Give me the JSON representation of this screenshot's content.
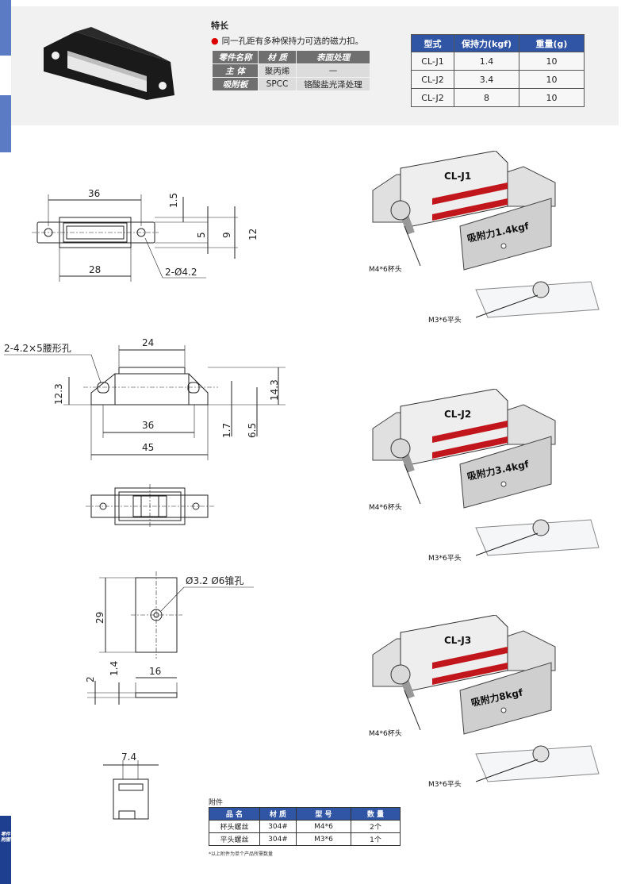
{
  "features": {
    "title": "特长",
    "line": "同一孔距有多种保持力可选的磁力扣。"
  },
  "spec_table": {
    "headers": [
      "零件名称",
      "材 质",
      "表面处理"
    ],
    "rows": [
      [
        "主 体",
        "聚丙烯",
        "—"
      ],
      [
        "吸附板",
        "SPCC",
        "铬酸盐光泽处理"
      ]
    ]
  },
  "type_table": {
    "headers": [
      "型式",
      "保持力(kgf)",
      "重量(g)"
    ],
    "rows": [
      [
        "CL-J1",
        "1.4",
        "10"
      ],
      [
        "CL-J2",
        "3.4",
        "10"
      ],
      [
        "CL-J2",
        "8",
        "10"
      ]
    ]
  },
  "drawing_top": {
    "d36": "36",
    "d28": "28",
    "d15": "1.5",
    "d5": "5",
    "d9": "9",
    "d12": "12",
    "hole": "2-Ø4.2"
  },
  "drawing_side": {
    "slot": "2-4.2×5腰形孔",
    "d24": "24",
    "d123": "12.3",
    "d143": "14.3",
    "d36": "36",
    "d45": "45",
    "d17": "1.7",
    "d65": "6.5"
  },
  "drawing_plate": {
    "hole": "Ø3.2  Ø6锥孔",
    "d29": "29",
    "d16": "16",
    "d2": "2",
    "d14": "1.4"
  },
  "drawing_end": {
    "d74": "7.4"
  },
  "products": [
    {
      "model": "CL-J1",
      "force": "吸附力1.4kgf",
      "screw1": "M4*6杯头",
      "screw2": "M3*6平头"
    },
    {
      "model": "CL-J2",
      "force": "吸附力3.4kgf",
      "screw1": "M4*6杯头",
      "screw2": "M3*6平头"
    },
    {
      "model": "CL-J3",
      "force": "吸附力8kgf",
      "screw1": "M4*6杯头",
      "screw2": "M3*6平头"
    }
  ],
  "accessories": {
    "title": "附件",
    "headers": [
      "品 名",
      "材 质",
      "型 号",
      "数 量"
    ],
    "rows": [
      [
        "杯头螺丝",
        "304#",
        "M4*6",
        "2个"
      ],
      [
        "平头螺丝",
        "304#",
        "M3*6",
        "1个"
      ]
    ],
    "note": "*以上附件为单个产品所需数量"
  },
  "side_label": "零件附图",
  "colors": {
    "accent_blue": "#2f55a4",
    "magnet_red": "#c0161c",
    "tab_blue": "#5b7cc4"
  }
}
